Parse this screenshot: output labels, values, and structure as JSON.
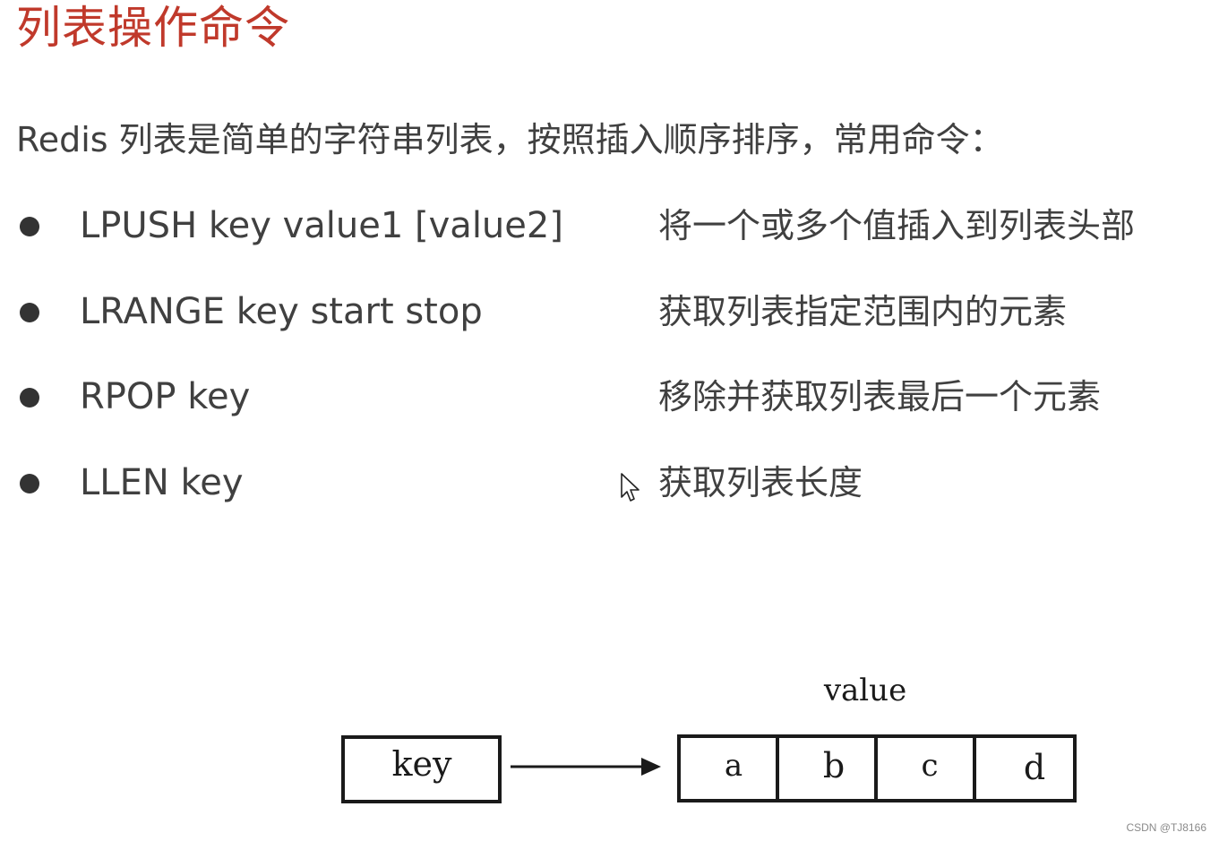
{
  "title": "列表操作命令",
  "intro": "Redis 列表是简单的字符串列表，按照插入顺序排序，常用命令：",
  "commands": [
    {
      "cmd": "LPUSH key value1 [value2]",
      "desc": "将一个或多个值插入到列表头部"
    },
    {
      "cmd": "LRANGE key start stop",
      "desc": "获取列表指定范围内的元素"
    },
    {
      "cmd": "RPOP key",
      "desc": "移除并获取列表最后一个元素"
    },
    {
      "cmd": "LLEN key",
      "desc": "获取列表长度"
    }
  ],
  "diagram": {
    "key_label": "key",
    "value_label": "value",
    "values": [
      "a",
      "b",
      "c",
      "d"
    ]
  },
  "watermark": "CSDN @TJ8166",
  "colors": {
    "title": "#c0392b",
    "text": "#404040"
  },
  "icons": {
    "bullet": "filled-circle",
    "cursor": "mouse-pointer-arrow"
  }
}
